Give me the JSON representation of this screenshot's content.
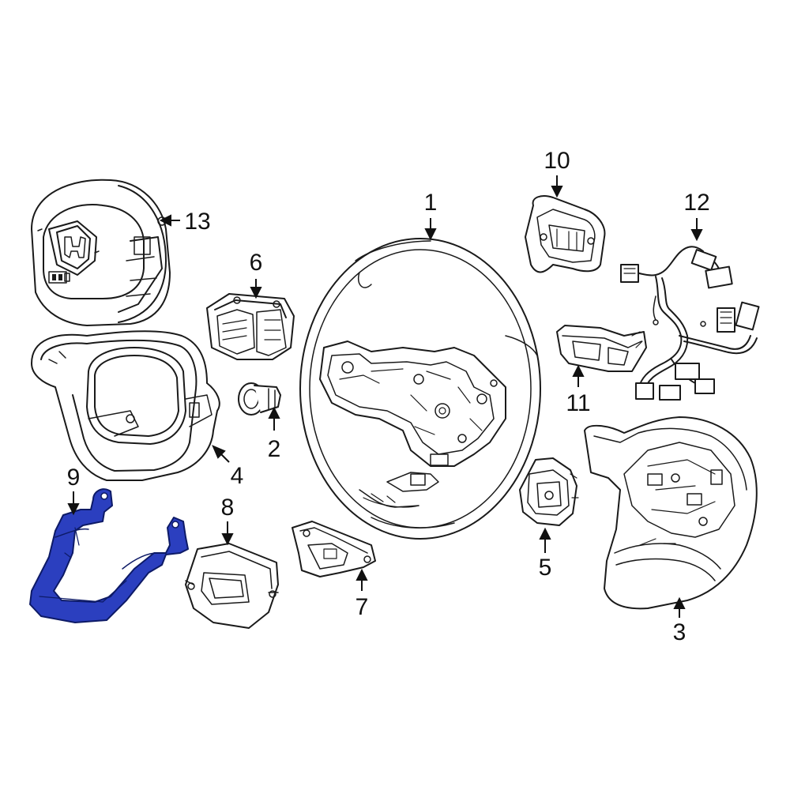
{
  "diagram": {
    "colors": {
      "line": "#1a1a1a",
      "fill": "#ffffff",
      "highlight": "#2b3fbf",
      "highlight_stroke": "#0d1a66"
    },
    "callouts": [
      {
        "id": "1",
        "part": "steering-wheel"
      },
      {
        "id": "2",
        "part": "knob-plug"
      },
      {
        "id": "3",
        "part": "lower-cover-right"
      },
      {
        "id": "4",
        "part": "wheel-cover"
      },
      {
        "id": "5",
        "part": "switch-right"
      },
      {
        "id": "6",
        "part": "switch-assembly"
      },
      {
        "id": "7",
        "part": "bracket-7"
      },
      {
        "id": "8",
        "part": "switch-8"
      },
      {
        "id": "9",
        "part": "lower-garnish"
      },
      {
        "id": "10",
        "part": "paddle-switch"
      },
      {
        "id": "11",
        "part": "switch-11"
      },
      {
        "id": "12",
        "part": "wire-harness"
      },
      {
        "id": "13",
        "part": "airbag-module"
      }
    ],
    "highlighted_part": "9"
  }
}
